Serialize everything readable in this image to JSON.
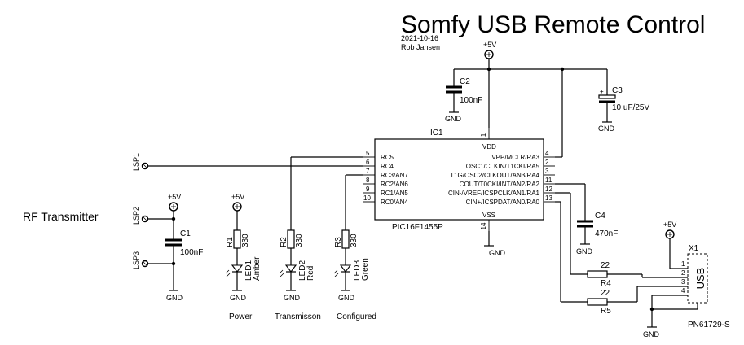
{
  "title": "Somfy USB Remote Control",
  "date": "2021-10-16",
  "author": "Rob Jansen",
  "rf_label": "RF Transmitter",
  "ic": {
    "ref": "IC1",
    "part": "PIC16F1455P",
    "vdd": "VDD",
    "vss": "VSS",
    "left_pins": [
      {
        "num": "5",
        "name": "RC5"
      },
      {
        "num": "6",
        "name": "RC4"
      },
      {
        "num": "7",
        "name": "RC3/AN7"
      },
      {
        "num": "8",
        "name": "RC2/AN6"
      },
      {
        "num": "9",
        "name": "RC1/AN5"
      },
      {
        "num": "10",
        "name": "RC0/AN4"
      }
    ],
    "right_pins": [
      {
        "num": "4",
        "name": "VPP/MCLR/RA3"
      },
      {
        "num": "2",
        "name": "OSC1/CLKIN/T1CKI/RA5"
      },
      {
        "num": "3",
        "name": "T1G/OSC2/CLKOUT/AN3/RA4"
      },
      {
        "num": "11",
        "name": "COUT/T0CKI/INT/AN2/RA2"
      },
      {
        "num": "12",
        "name": "CIN-/VREF/ICSPCLK/AN1/RA1"
      },
      {
        "num": "13",
        "name": "CIN+/ICSPDAT/AN0/RA0"
      }
    ],
    "pin_vdd": "1",
    "pin_vss": "14"
  },
  "power": {
    "vcc": "+5V",
    "gnd": "GND"
  },
  "connectors": {
    "lsp1": "LSP1",
    "lsp2": "LSP2",
    "lsp3": "LSP3"
  },
  "c1": {
    "ref": "C1",
    "value": "100nF"
  },
  "c2": {
    "ref": "C2",
    "value": "100nF"
  },
  "c3": {
    "ref": "C3",
    "value": "10 uF/25V",
    "polarity": "+"
  },
  "c4": {
    "ref": "C4",
    "value": "470nF"
  },
  "r1": {
    "ref": "R1",
    "value": "330"
  },
  "r2": {
    "ref": "R2",
    "value": "330"
  },
  "r3": {
    "ref": "R3",
    "value": "330"
  },
  "r4": {
    "ref": "R4",
    "value": "22"
  },
  "r5": {
    "ref": "R5",
    "value": "22"
  },
  "led1": {
    "ref": "LED1",
    "color": "Amber",
    "caption": "Power"
  },
  "led2": {
    "ref": "LED2",
    "color": "Red",
    "caption": "Transmisson"
  },
  "led3": {
    "ref": "LED3",
    "color": "Green",
    "caption": "Configured"
  },
  "usb": {
    "ref": "X1",
    "label": "USB",
    "part": "PN61729-S",
    "pins": [
      "1",
      "2",
      "3",
      "4"
    ]
  }
}
